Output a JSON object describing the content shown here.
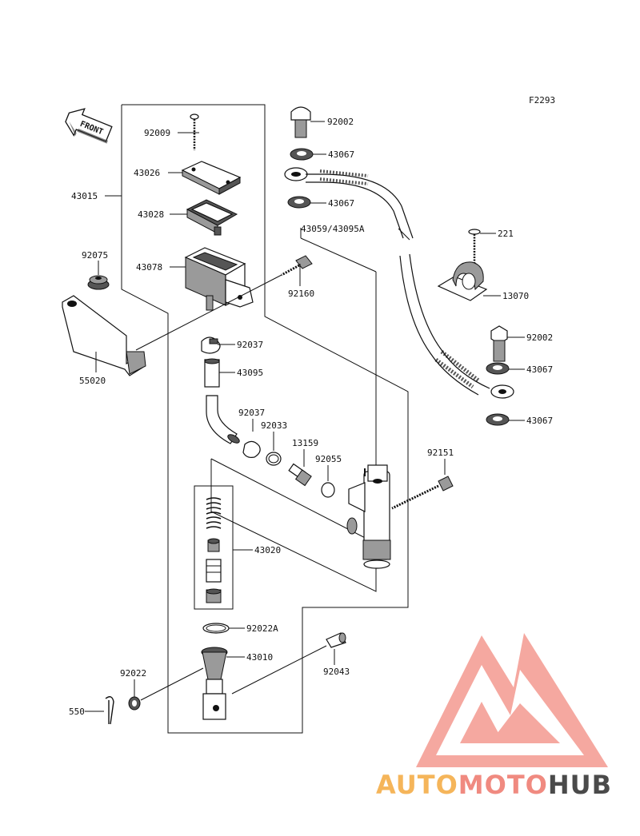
{
  "figure_code": "F2293",
  "front_label": "FRONT",
  "parts": {
    "p92009": "92009",
    "p43026": "43026",
    "p43028": "43028",
    "p43015": "43015",
    "p92075": "92075",
    "p43078": "43078",
    "p92160": "92160",
    "p92037a": "92037",
    "p55020": "55020",
    "p43095": "43095",
    "p92037b": "92037",
    "p92033": "92033",
    "p13159": "13159",
    "p92055": "92055",
    "p92151": "92151",
    "p43020": "43020",
    "p92022A": "92022A",
    "p43010": "43010",
    "p92022": "92022",
    "p92043": "92043",
    "p550": "550",
    "p92002a": "92002",
    "p43067a": "43067",
    "p43067b": "43067",
    "p43059": "43059/43095A",
    "p221": "221",
    "p13070": "13070",
    "p92002b": "92002",
    "p43067c": "43067",
    "p43067d": "43067"
  },
  "watermark": {
    "part1": "AUTO",
    "part2": "MOTO",
    "part3": "HUB",
    "color1": "#f5b55a",
    "color2": "#f08a80",
    "color3": "#4a4a4a",
    "logo_color": "#f28b82"
  }
}
